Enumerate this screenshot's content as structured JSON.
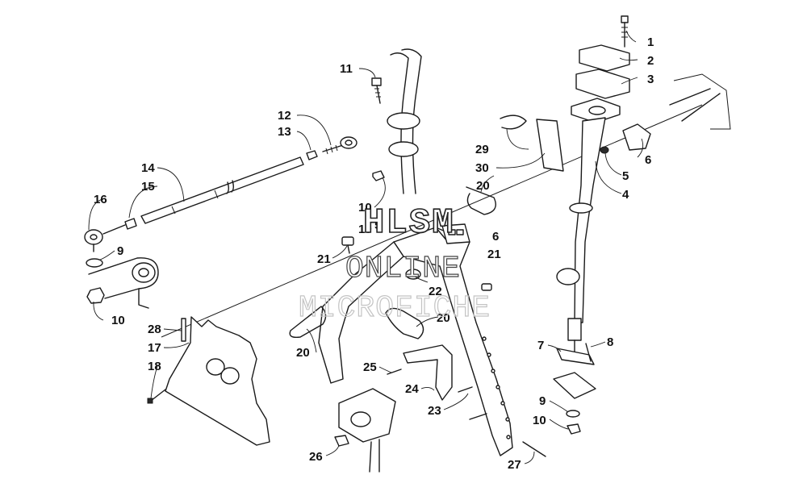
{
  "watermark": {
    "line1": "HLSM",
    "line2": "ONLINE",
    "line3": "MICROFICHE"
  },
  "callouts": [
    {
      "id": "c1",
      "label": "1"
    },
    {
      "id": "c2",
      "label": "2"
    },
    {
      "id": "c3",
      "label": "3"
    },
    {
      "id": "c4",
      "label": "4"
    },
    {
      "id": "c5a",
      "label": "5"
    },
    {
      "id": "c5b",
      "label": "5"
    },
    {
      "id": "c6a",
      "label": "6"
    },
    {
      "id": "c6b",
      "label": "6"
    },
    {
      "id": "c7",
      "label": "7"
    },
    {
      "id": "c8",
      "label": "8"
    },
    {
      "id": "c9a",
      "label": "9"
    },
    {
      "id": "c9b",
      "label": "9"
    },
    {
      "id": "c10a",
      "label": "10"
    },
    {
      "id": "c10b",
      "label": "10"
    },
    {
      "id": "c10c",
      "label": "10"
    },
    {
      "id": "c11",
      "label": "11"
    },
    {
      "id": "c12",
      "label": "12"
    },
    {
      "id": "c13",
      "label": "13"
    },
    {
      "id": "c14",
      "label": "14"
    },
    {
      "id": "c15",
      "label": "15"
    },
    {
      "id": "c16",
      "label": "16"
    },
    {
      "id": "c17",
      "label": "17"
    },
    {
      "id": "c18",
      "label": "18"
    },
    {
      "id": "c19",
      "label": "19"
    },
    {
      "id": "c20a",
      "label": "20"
    },
    {
      "id": "c20b",
      "label": "20"
    },
    {
      "id": "c20c",
      "label": "20"
    },
    {
      "id": "c21a",
      "label": "21"
    },
    {
      "id": "c21b",
      "label": "21"
    },
    {
      "id": "c22",
      "label": "22"
    },
    {
      "id": "c23",
      "label": "23"
    },
    {
      "id": "c24",
      "label": "24"
    },
    {
      "id": "c25",
      "label": "25"
    },
    {
      "id": "c26",
      "label": "26"
    },
    {
      "id": "c27",
      "label": "27"
    },
    {
      "id": "c28",
      "label": "28"
    },
    {
      "id": "c29",
      "label": "29"
    },
    {
      "id": "c30",
      "label": "30"
    }
  ]
}
